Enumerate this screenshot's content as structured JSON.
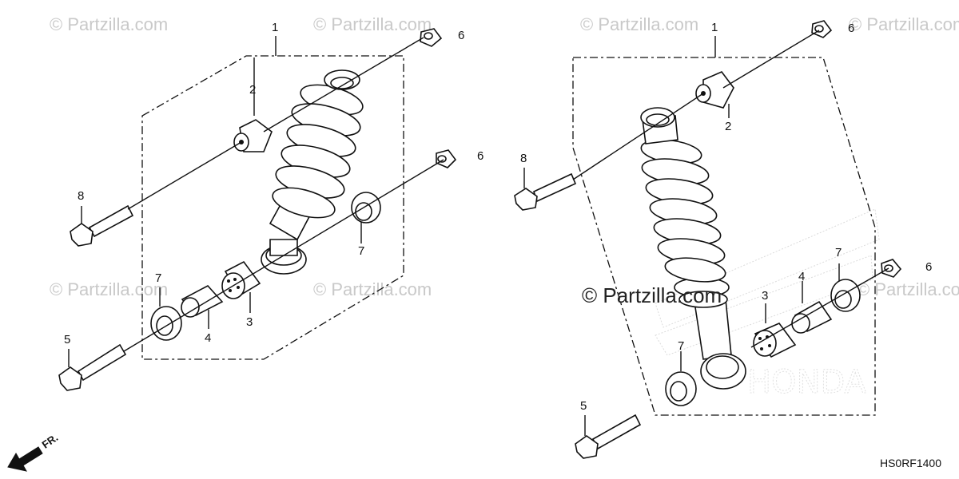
{
  "watermark": "© Partzilla.com",
  "center_watermark": "© Partzilla.com",
  "reference_code": "HS0RF1400",
  "front_marker": "FR.",
  "callouts": {
    "left": {
      "p1": "1",
      "p2": "2",
      "p3": "3",
      "p4": "4",
      "p5": "5",
      "p6a": "6",
      "p6b": "6",
      "p7a": "7",
      "p7b": "7",
      "p8": "8"
    },
    "right": {
      "p1": "1",
      "p2": "2",
      "p3": "3",
      "p4": "4",
      "p5": "5",
      "p6a": "6",
      "p6b": "6",
      "p7a": "7",
      "p7b": "7",
      "p8": "8"
    }
  }
}
